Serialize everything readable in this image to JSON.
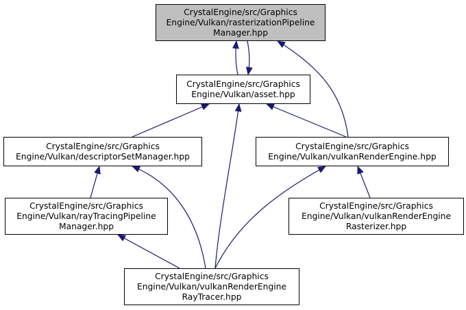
{
  "colors": {
    "edge": "#191970",
    "node_border": "#000000",
    "current_fill": "#bfbfbf",
    "node_fill": "#ffffff"
  },
  "nodes": {
    "rasterization": {
      "lines": [
        "CrystalEngine/src/Graphics",
        "Engine/Vulkan/rasterizationPipeline",
        "Manager.hpp"
      ]
    },
    "asset": {
      "lines": [
        "CrystalEngine/src/Graphics",
        "Engine/Vulkan/asset.hpp"
      ]
    },
    "descriptor": {
      "lines": [
        "CrystalEngine/src/Graphics",
        "Engine/Vulkan/descriptorSetManager.hpp"
      ]
    },
    "renderengine": {
      "lines": [
        "CrystalEngine/src/Graphics",
        "Engine/Vulkan/vulkanRenderEngine.hpp"
      ]
    },
    "raytracingpipe": {
      "lines": [
        "CrystalEngine/src/Graphics",
        "Engine/Vulkan/rayTracingPipeline",
        "Manager.hpp"
      ]
    },
    "rasterizer": {
      "lines": [
        "CrystalEngine/src/Graphics",
        "Engine/Vulkan/vulkanRenderEngine",
        "Rasterizer.hpp"
      ]
    },
    "raytracer": {
      "lines": [
        "CrystalEngine/src/Graphics",
        "Engine/Vulkan/vulkanRenderEngine",
        "RayTracer.hpp"
      ]
    }
  },
  "edges": [
    [
      "asset",
      "rasterization"
    ],
    [
      "rasterization",
      "asset"
    ],
    [
      "renderengine",
      "rasterization"
    ],
    [
      "descriptor",
      "asset"
    ],
    [
      "raytracer",
      "asset"
    ],
    [
      "renderengine",
      "asset"
    ],
    [
      "raytracingpipe",
      "descriptor"
    ],
    [
      "raytracer",
      "descriptor"
    ],
    [
      "raytracer",
      "renderengine"
    ],
    [
      "rasterizer",
      "renderengine"
    ],
    [
      "raytracer",
      "raytracingpipe"
    ]
  ]
}
